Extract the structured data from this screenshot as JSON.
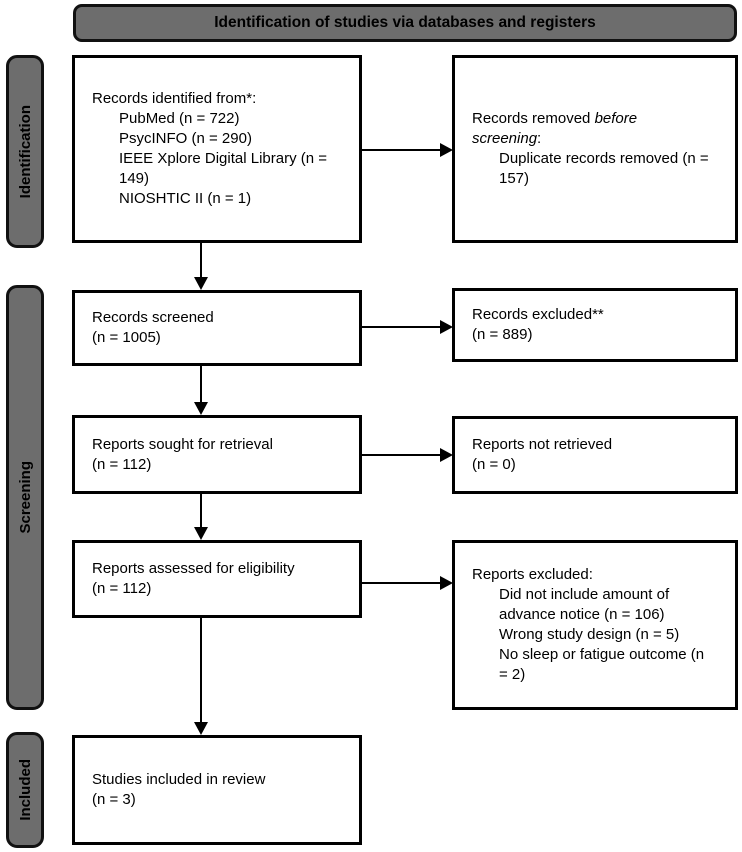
{
  "header": {
    "title": "Identification of studies via databases and registers"
  },
  "sidebar": {
    "identification": {
      "label": "Identification"
    },
    "screening": {
      "label": "Screening"
    },
    "included": {
      "label": "Included"
    }
  },
  "boxes": {
    "records_identified": {
      "title": "Records identified from*:",
      "items": [
        "PubMed (n = 722)",
        "PsycINFO (n = 290)",
        "IEEE Xplore Digital Library (n = 149)",
        "NIOSHTIC II (n = 1)"
      ]
    },
    "records_removed": {
      "title_normal1": "Records removed ",
      "title_italic1": "before",
      "title_italic2": "screening",
      "title_normal2": ":",
      "items": [
        "Duplicate records removed (n = 157)"
      ]
    },
    "records_screened": {
      "line1": "Records screened",
      "line2": "(n = 1005)"
    },
    "records_excluded": {
      "line1": "Records excluded**",
      "line2": "(n = 889)"
    },
    "reports_sought": {
      "line1": "Reports sought for retrieval",
      "line2": "(n = 112)"
    },
    "reports_not_retrieved": {
      "line1": "Reports not retrieved",
      "line2": "(n = 0)"
    },
    "reports_assessed": {
      "line1": "Reports assessed for eligibility",
      "line2": "(n = 112)"
    },
    "reports_excluded": {
      "title": "Reports excluded:",
      "items": [
        "Did not include amount of advance notice (n = 106)",
        "Wrong study design (n = 5)",
        "No sleep or fatigue outcome (n = 2)"
      ]
    },
    "studies_included": {
      "line1": "Studies included in review",
      "line2": "(n = 3)"
    }
  },
  "colors": {
    "bar_fill": "#6d6d6d",
    "border": "#000000",
    "background": "#ffffff"
  }
}
